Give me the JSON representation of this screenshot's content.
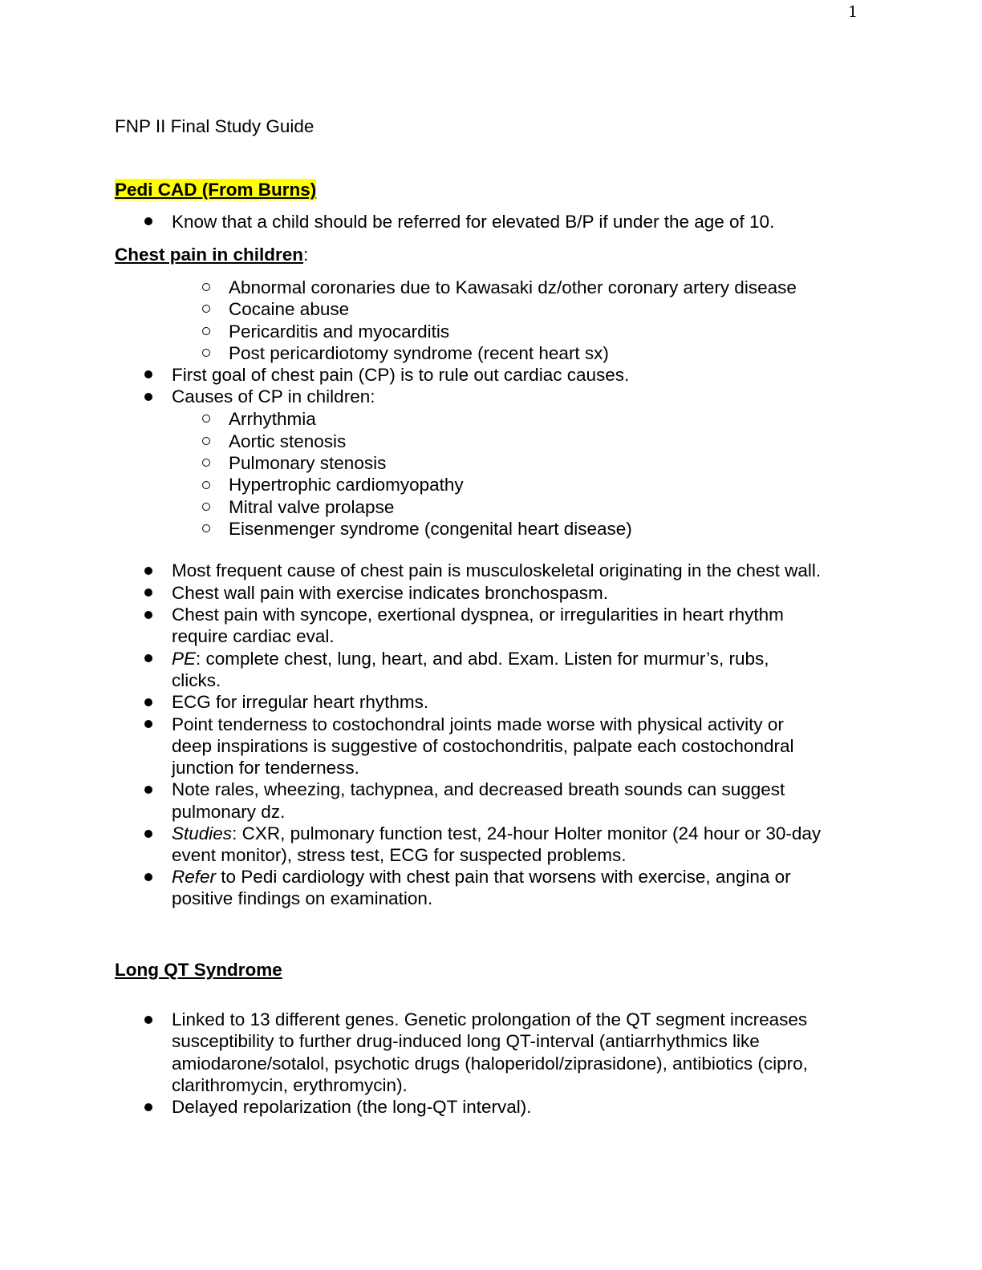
{
  "page_number": "1",
  "title": "FNP II Final Study Guide",
  "colors": {
    "highlight": "#ffff00",
    "text": "#000000"
  },
  "sections": {
    "pedi_cad": {
      "heading": "Pedi CAD (From Burns)",
      "items": [
        "Know that a child should be referred for elevated B/P if under the age of 10."
      ]
    },
    "chest_pain": {
      "heading": "Chest pain in children",
      "heading_suffix": ":",
      "sub_items_1": [
        "Abnormal coronaries due to Kawasaki dz/other coronary artery disease",
        "Cocaine abuse",
        "Pericarditis and myocarditis",
        "Post pericardiotomy syndrome (recent heart sx)"
      ],
      "items_1": [
        "First goal of chest pain (CP) is to rule out cardiac causes.",
        "Causes of CP in children:"
      ],
      "sub_items_2": [
        "Arrhythmia",
        "Aortic stenosis",
        "Pulmonary stenosis",
        "Hypertrophic cardiomyopathy",
        "Mitral valve prolapse",
        "Eisenmenger syndrome (congenital heart disease)"
      ],
      "items_2": {
        "most_frequent": "Most frequent cause of chest pain is musculoskeletal originating in the chest wall.",
        "chest_wall": "Chest wall pain with exercise indicates bronchospasm.",
        "syncope_l1": "Chest pain with syncope, exertional dyspnea, or irregularities in heart rhythm",
        "syncope_l2": "require cardiac eval.",
        "pe_label": "PE",
        "pe_l1": ": complete chest, lung, heart, and abd. Exam. Listen for murmur’s, rubs,",
        "pe_l2": "clicks.",
        "ecg": "ECG for irregular heart rhythms.",
        "point_l1": "Point tenderness to costochondral joints made worse with physical activity or",
        "point_l2": "deep inspirations is suggestive of costochondritis, palpate each costochondral",
        "point_l3": "junction for tenderness.",
        "rales_l1": "Note rales, wheezing, tachypnea, and decreased breath sounds can suggest",
        "rales_l2": "pulmonary dz.",
        "studies_label": "Studies",
        "studies_l1": ": CXR, pulmonary function test, 24-hour Holter monitor (24 hour or 30-day",
        "studies_l2": "event monitor), stress test, ECG for suspected problems.",
        "refer_label": "Refer",
        "refer_l1": " to Pedi cardiology with chest pain that worsens with exercise, angina or",
        "refer_l2": "positive findings on examination."
      }
    },
    "long_qt": {
      "heading": "Long QT Syndrome",
      "linked_l1": "Linked to 13 different genes. Genetic prolongation of the QT segment increases",
      "linked_l2": "susceptibility to further drug-induced long QT-interval (antiarrhythmics like",
      "linked_l3": "amiodarone/sotalol, psychotic drugs (haloperidol/ziprasidone), antibiotics (cipro,",
      "linked_l4": "clarithromycin, erythromycin).",
      "delayed": "Delayed repolarization (the long-QT interval)."
    }
  }
}
